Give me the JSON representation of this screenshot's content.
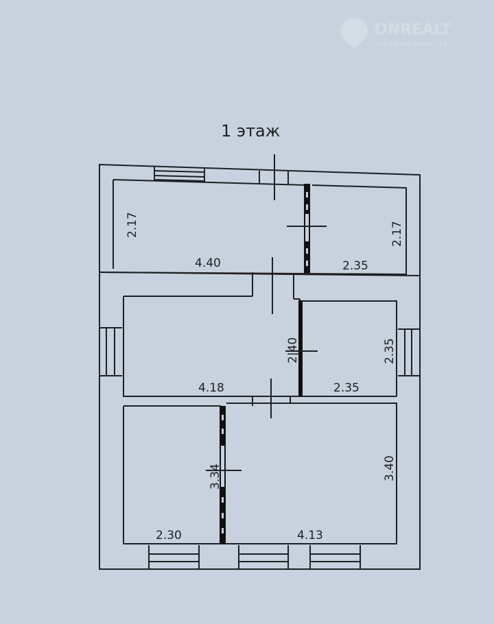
{
  "watermark": {
    "brand": "ONREALT",
    "tagline": "НЕДВИЖИМОСТЬ"
  },
  "plan": {
    "title": "1 этаж",
    "dimensions": {
      "top_left_height": "2.17",
      "top_left_width": "4.40",
      "top_right_height": "2.17",
      "top_right_width": "2.35",
      "mid_left_height": "2|40",
      "mid_left_width": "4.18",
      "mid_right_height": "2.35",
      "mid_right_width": "2.35",
      "bottom_left_height": "3.34",
      "bottom_left_width": "2.30",
      "bottom_right_height": "3.40",
      "bottom_right_width": "4.13"
    }
  }
}
